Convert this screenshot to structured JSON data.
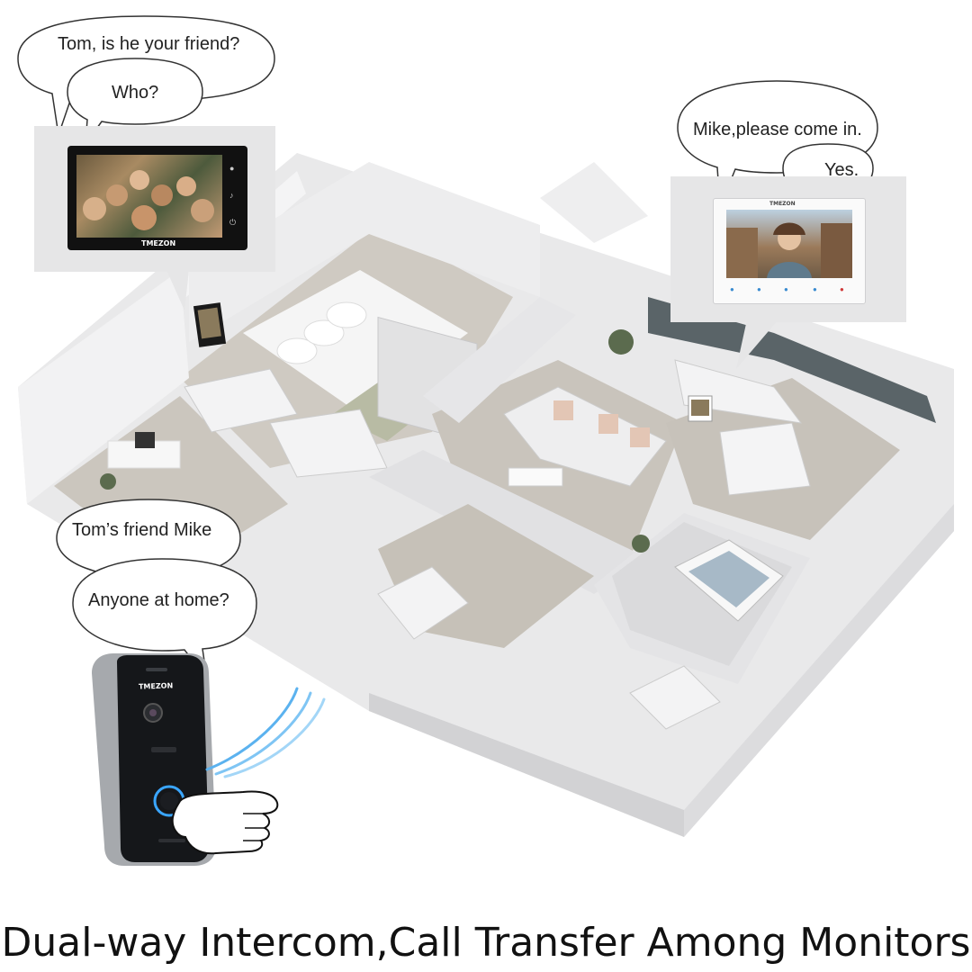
{
  "bubbles": {
    "top_left_1": "Tom, is he your friend?",
    "top_left_2": "Who?",
    "top_right_1": "Mike,please come in.",
    "top_right_2": "Yes.",
    "bottom_left_1": "Tom’s friend Mike",
    "bottom_left_2": "Anyone at home?"
  },
  "brand": "TMEZON",
  "caption": "Dual-way Intercom,Call Transfer Among Monitors",
  "icons": [
    "monitor-black",
    "monitor-white",
    "doorbell-camera",
    "hand-press",
    "signal-waves",
    "isometric-house"
  ]
}
